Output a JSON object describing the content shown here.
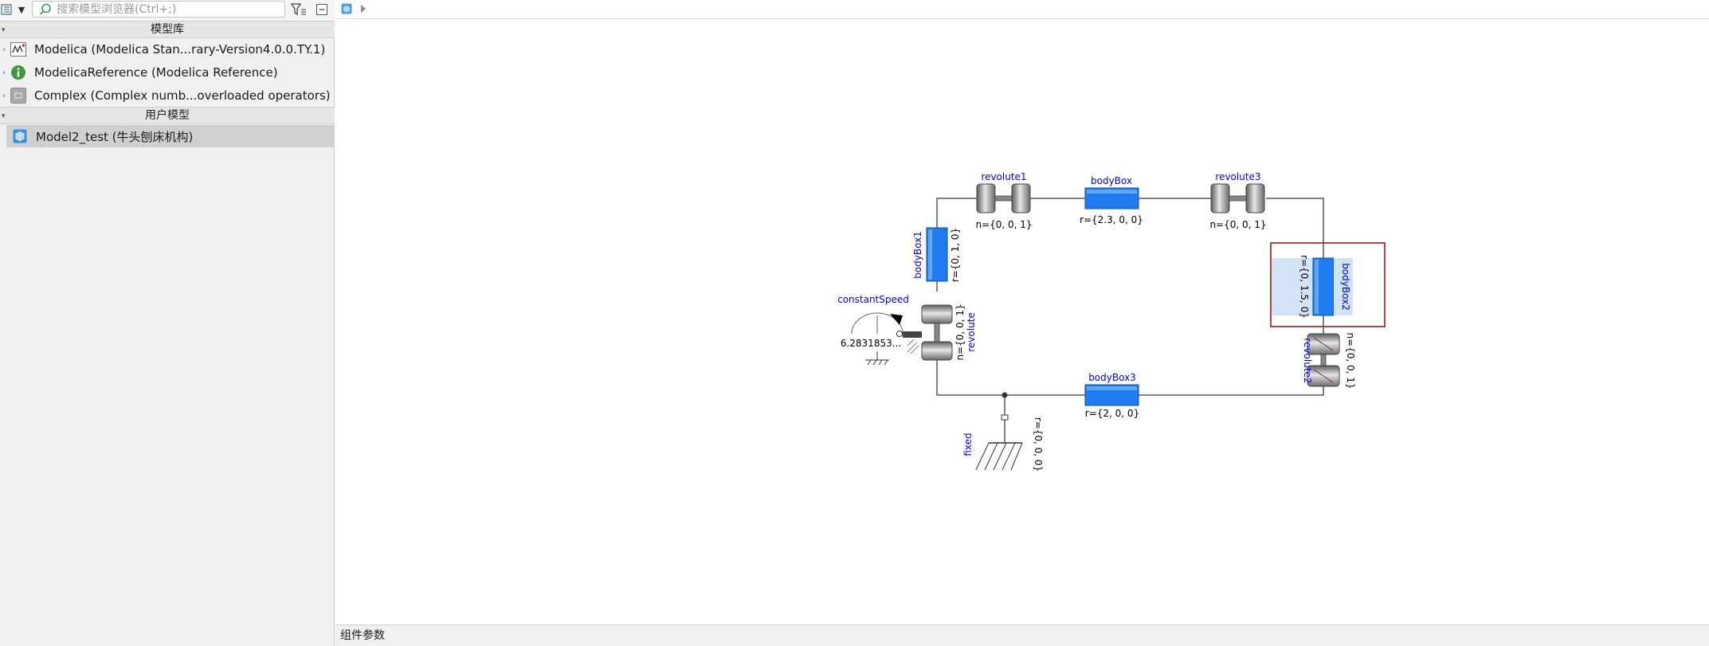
{
  "browser": {
    "search_placeholder": "搜索模型浏览器(Ctrl+;)",
    "library_section": "模型库",
    "user_section": "用户模型",
    "library_items": [
      {
        "label": "Modelica (Modelica Stan...rary-Version4.0.0.TY.1)",
        "icon": "modelica-library-icon"
      },
      {
        "label": "ModelicaReference (Modelica Reference)",
        "icon": "info-icon"
      },
      {
        "label": "Complex (Complex numb...overloaded operators)",
        "icon": "complex-package-icon"
      }
    ],
    "user_items": [
      {
        "label": "Model2_test (牛头刨床机构)",
        "icon": "model-cube-icon"
      }
    ]
  },
  "diagram": {
    "components": {
      "revolute1": {
        "name": "revolute1",
        "param": "n={0, 0, 1}"
      },
      "bodyBox": {
        "name": "bodyBox",
        "param": "r={2.3, 0, 0}"
      },
      "revolute3": {
        "name": "revolute3",
        "param": "n={0, 0, 1}"
      },
      "bodyBox1": {
        "name": "bodyBox1",
        "param": "r={0, 1, 0}"
      },
      "bodyBox2": {
        "name": "bodyBox2",
        "param": "r={0, 1.5, 0}"
      },
      "constantSpeed": {
        "name": "constantSpeed",
        "param": "6.2831853..."
      },
      "revolute": {
        "name": "revolute",
        "param": "n={0, 0, 1}"
      },
      "revolute2": {
        "name": "revolute2",
        "param": "n={0, 0, 1}"
      },
      "bodyBox3": {
        "name": "bodyBox3",
        "param": "r={2, 0, 0}"
      },
      "fixed": {
        "name": "fixed",
        "param": "r={0, 0, 0}"
      }
    },
    "colors": {
      "label_blue": "#0000ff",
      "body_blue": "#1e7cf0",
      "selection": "#a01818",
      "wire": "#595959"
    }
  },
  "status": {
    "panel_title": "组件参数"
  }
}
